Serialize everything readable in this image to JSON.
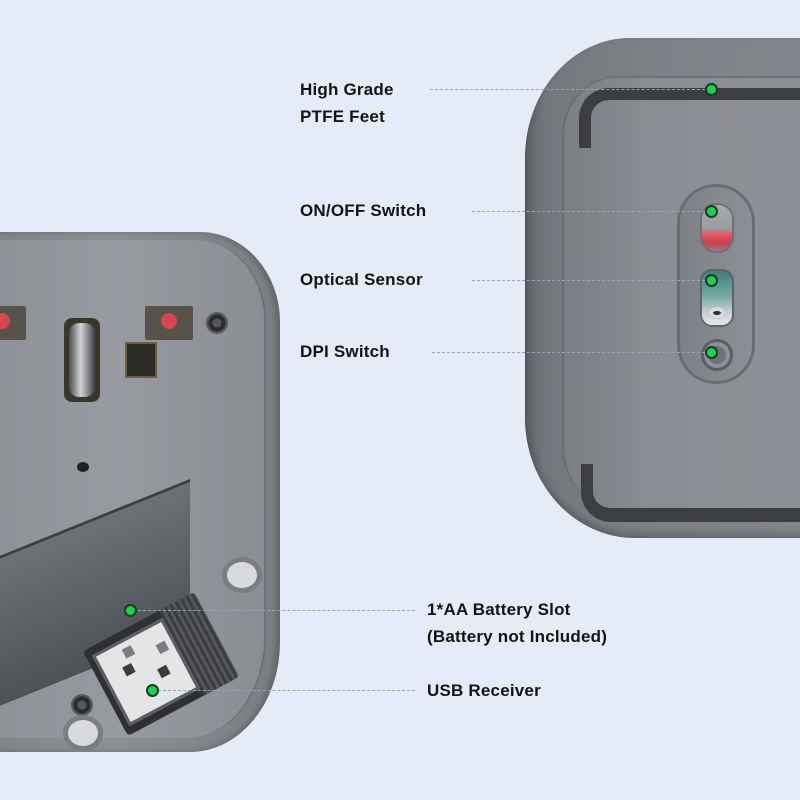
{
  "diagram": {
    "subject": "Wireless mouse underside",
    "background_color": "#e6ebf8",
    "callout_dot_color": "#1fd14d",
    "callouts": [
      {
        "id": "ptfe-feet",
        "lines": [
          "High Grade",
          "PTFE Feet"
        ]
      },
      {
        "id": "onoff-switch",
        "lines": [
          "ON/OFF Switch"
        ]
      },
      {
        "id": "optical-sensor",
        "lines": [
          "Optical Sensor"
        ]
      },
      {
        "id": "dpi-switch",
        "lines": [
          "DPI Switch"
        ]
      },
      {
        "id": "battery-slot",
        "lines": [
          "1*AA Battery Slot",
          "(Battery not Included)"
        ]
      },
      {
        "id": "usb-receiver",
        "lines": [
          "USB Receiver"
        ]
      }
    ]
  }
}
